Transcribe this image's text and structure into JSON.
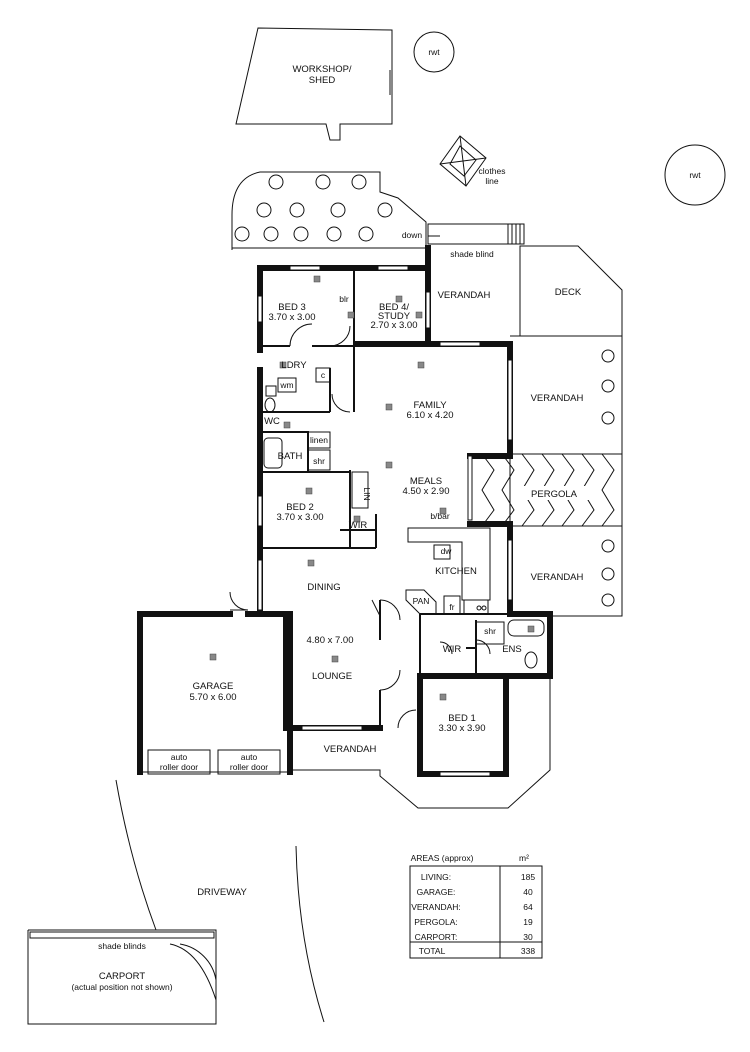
{
  "site": {
    "workshop": "WORKSHOP/\nSHED",
    "rwt": "rwt",
    "clothes_line": "clothes\nline",
    "down": "down",
    "shade_blind": "shade blind",
    "deck": "DECK",
    "driveway": "DRIVEWAY",
    "carport_shade": "shade blinds",
    "carport": "CARPORT",
    "carport_note": "(actual position not shown)"
  },
  "rooms": {
    "bed3": "BED 3",
    "bed3_size": "3.70 x 3.00",
    "blr": "blr",
    "bed4": "BED 4/",
    "bed4_b": "STUDY",
    "bed4_size": "2.70 x 3.00",
    "verandah": "VERANDAH",
    "ldry": "LDRY",
    "wm": "wm",
    "c": "c",
    "wc": "WC",
    "linen": "linen",
    "bath": "BATH",
    "shr": "shr",
    "family": "FAMILY",
    "family_size": "6.10 x 4.20",
    "meals": "MEALS",
    "meals_size": "4.50 x 2.90",
    "pergola": "PERGOLA",
    "bed2": "BED 2",
    "bed2_size": "3.70 x 3.00",
    "lin": "LIN",
    "wir": "WIR",
    "bbar": "b/bar",
    "dw": "dw",
    "kitchen": "KITCHEN",
    "pan": "PAN",
    "fr": "fr",
    "dining": "DINING",
    "dining_size": "4.80 x 7.00",
    "lounge": "LOUNGE",
    "garage": "GARAGE",
    "garage_size": "5.70 x 6.00",
    "auto": "auto",
    "roller": "roller door",
    "ens": "ENS",
    "bed1": "BED 1",
    "bed1_size": "3.30 x 3.90"
  },
  "areas": {
    "title": "AREAS (approx)",
    "unit": "m²",
    "rows": [
      {
        "label": "LIVING:",
        "value": "185"
      },
      {
        "label": "GARAGE:",
        "value": "40"
      },
      {
        "label": "VERANDAH:",
        "value": "64"
      },
      {
        "label": "PERGOLA:",
        "value": "19"
      },
      {
        "label": "CARPORT:",
        "value": "30"
      }
    ],
    "total_label": "TOTAL",
    "total_value": "338"
  }
}
